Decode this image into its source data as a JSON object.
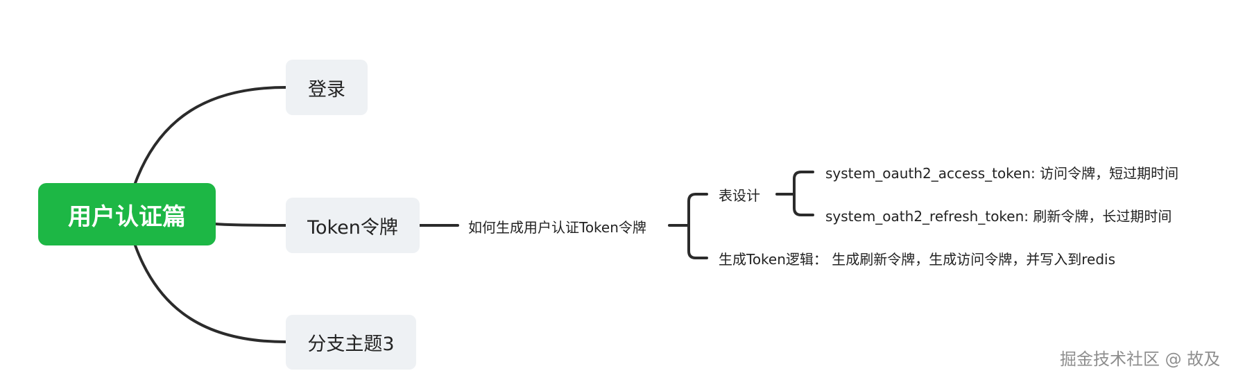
{
  "root": {
    "label": "用户认证篇",
    "color": "#1db745"
  },
  "branches": [
    {
      "label": "登录"
    },
    {
      "label": "Token令牌"
    },
    {
      "label": "分支主题3"
    }
  ],
  "token_details": {
    "how": "如何生成用户认证Token令牌",
    "table_design": "表设计",
    "access_token": "system_oauth2_access_token: 访问令牌，短过期时间",
    "refresh_token": "system_oath2_refresh_token: 刷新令牌，长过期时间",
    "generate_logic": "生成Token逻辑：  生成刷新令牌，生成访问令牌，并写入到redis"
  },
  "watermark": "掘金技术社区 @ 故及"
}
